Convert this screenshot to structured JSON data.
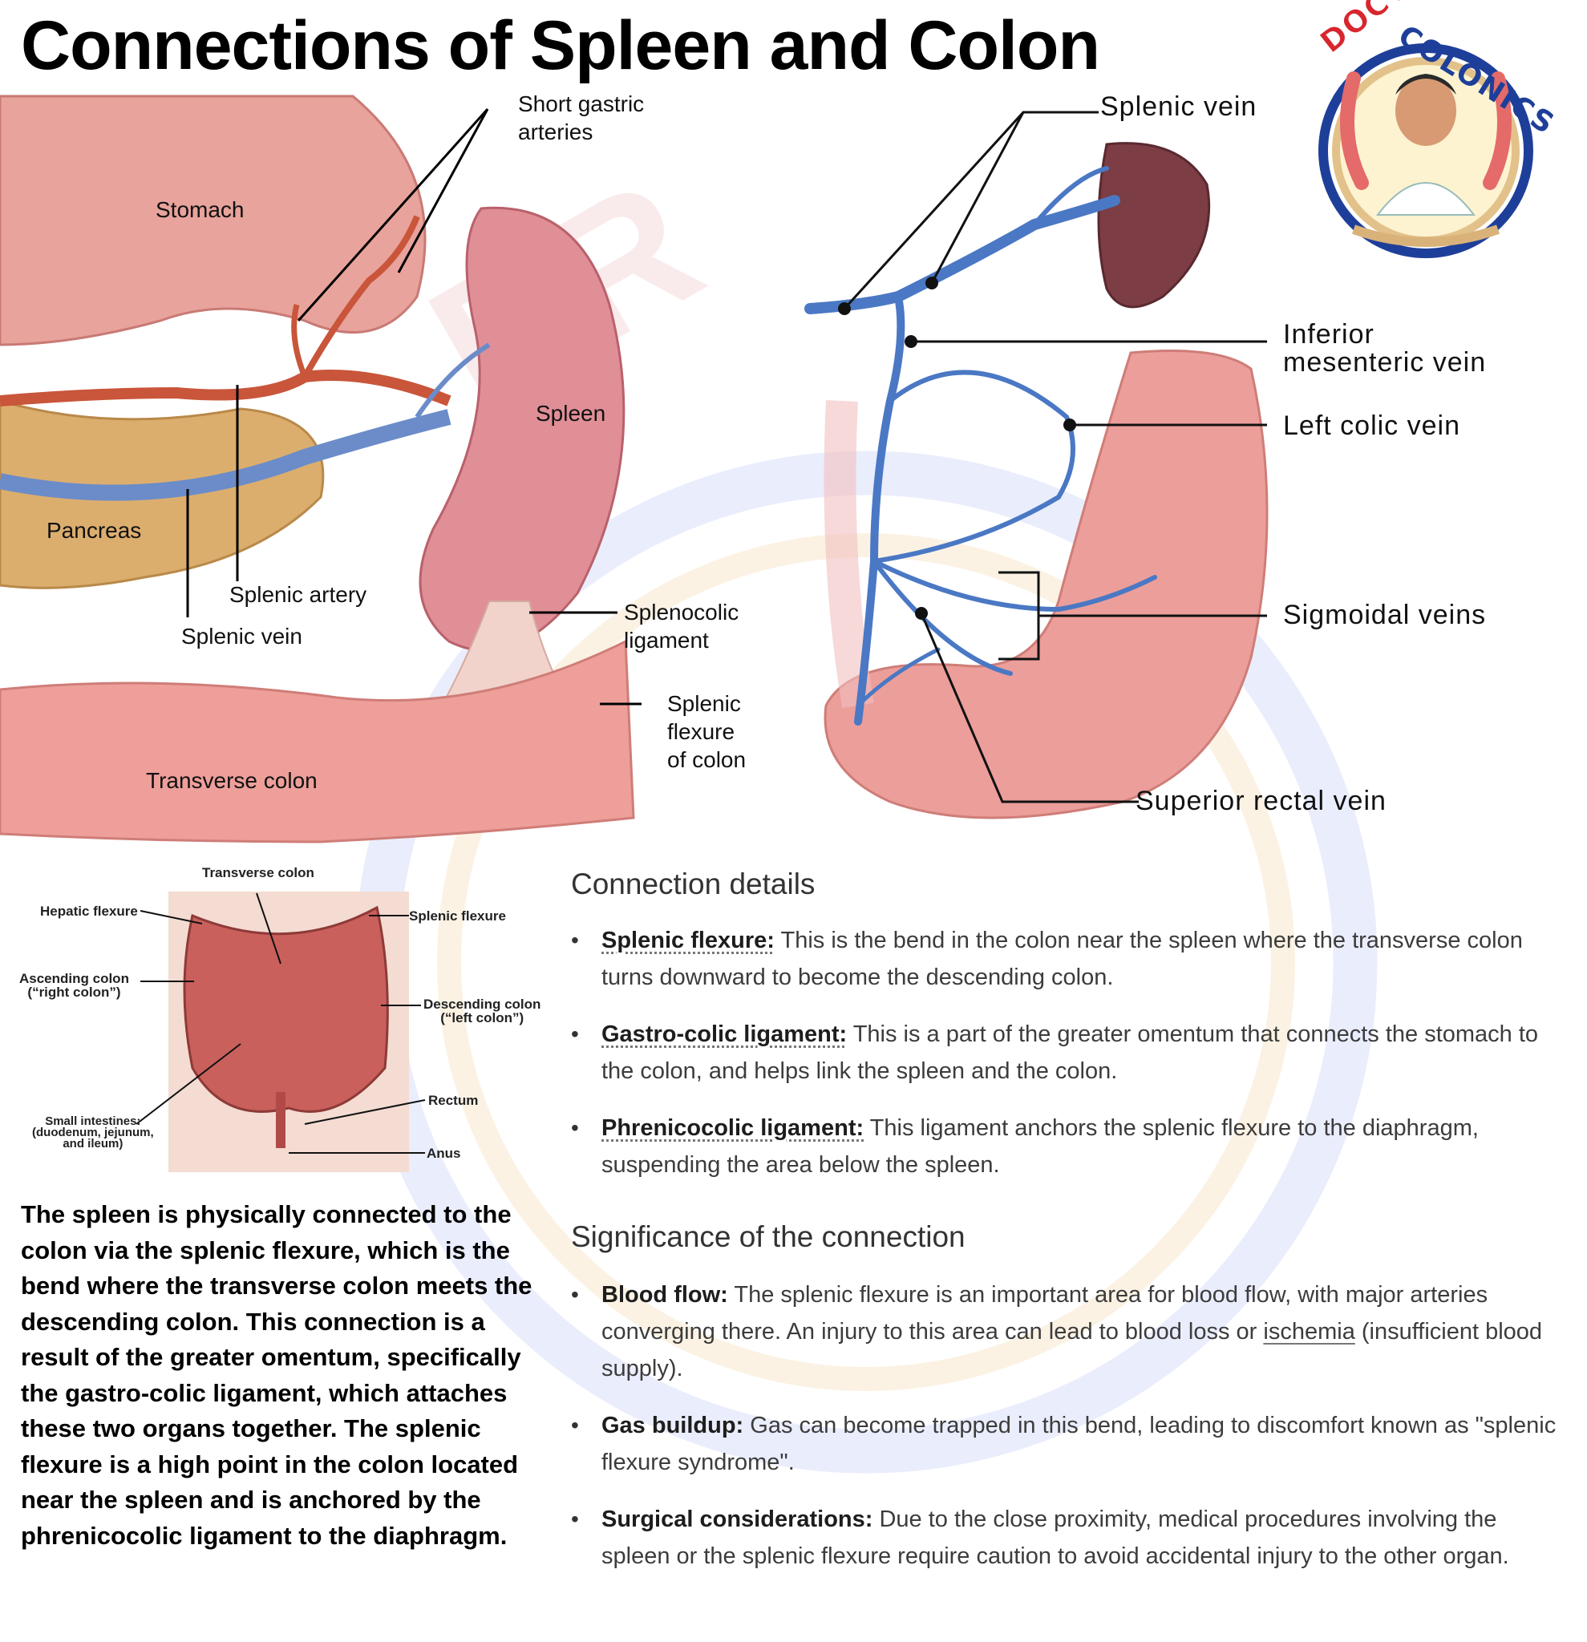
{
  "title": "Connections of Spleen and Colon",
  "logo": {
    "top_text": "DOCTOR",
    "right_text": "COLONICS"
  },
  "figure1": {
    "labels": {
      "short_gastric": [
        "Short gastric",
        "arteries"
      ],
      "stomach": "Stomach",
      "spleen": "Spleen",
      "pancreas": "Pancreas",
      "splenic_artery": "Splenic artery",
      "splenic_vein": "Splenic vein",
      "splenocolic": [
        "Splenocolic",
        "ligament"
      ],
      "splenic_flexure": [
        "Splenic",
        "flexure",
        "of colon"
      ],
      "transverse_colon": "Transverse colon"
    }
  },
  "figure2": {
    "labels": {
      "splenic_vein": "Splenic vein",
      "inferior_mesenteric": [
        "Inferior",
        "mesenteric vein"
      ],
      "left_colic": "Left colic vein",
      "sigmoidal": "Sigmoidal veins",
      "superior_rectal": "Superior rectal vein"
    }
  },
  "figure3": {
    "labels": {
      "transverse_colon": "Transverse colon",
      "hepatic_flexure": "Hepatic flexure",
      "splenic_flexure": "Splenic flexure",
      "ascending_colon": [
        "Ascending colon",
        "(“right colon”)"
      ],
      "descending_colon": [
        "Descending colon",
        "(“left colon”)"
      ],
      "small_intestines": [
        "Small intestines:",
        "(duodenum, jejunum,",
        "and ileum)"
      ],
      "rectum": "Rectum",
      "anus": "Anus"
    }
  },
  "summary": "The spleen is physically connected to the colon via the splenic flexure, which is the bend where the transverse colon meets the descending colon. This connection is a result of the greater omentum, specifically the gastro-colic ligament, which attaches these two organs together. The splenic flexure is a high point in the colon located near the spleen and is anchored by the phrenicocolic ligament to the diaphragm.",
  "connection_details": {
    "heading": "Connection details",
    "items": [
      {
        "term": "Splenic flexure:",
        "text": " This is the bend in the colon near the spleen where the transverse colon turns downward to become the descending colon."
      },
      {
        "term": "Gastro-colic ligament:",
        "text": " This is a part of the greater omentum that connects the stomach to the colon, and helps link the spleen and the colon."
      },
      {
        "term": "Phrenicocolic ligament:",
        "text": " This ligament anchors the splenic flexure to the diaphragm, suspending the area below the spleen."
      }
    ]
  },
  "significance": {
    "heading": "Significance of the connection",
    "items": [
      {
        "term": "Blood flow:",
        "text_before": " The splenic flexure is an important area for blood flow, with major arteries converging there. An injury to this area can lead to blood loss or ",
        "link": "ischemia",
        "text_after": " (insufficient blood supply)."
      },
      {
        "term": "Gas buildup:",
        "text": " Gas can become trapped in this bend, leading to discomfort known as \"splenic flexure syndrome\"."
      },
      {
        "term": "Surgical considerations:",
        "text": " Due to the close proximity, medical procedures involving the spleen or the splenic flexure require caution to avoid accidental injury to the other organ."
      }
    ]
  },
  "colors": {
    "vein_blue": "#4a78c4",
    "artery_red": "#c9553a",
    "organ_pink": "#e79a9a",
    "spleen_purple": "#7d3d44",
    "pancreas_tan": "#dcae6e",
    "logo_red": "#d8262e",
    "logo_blue": "#1e3f99"
  }
}
